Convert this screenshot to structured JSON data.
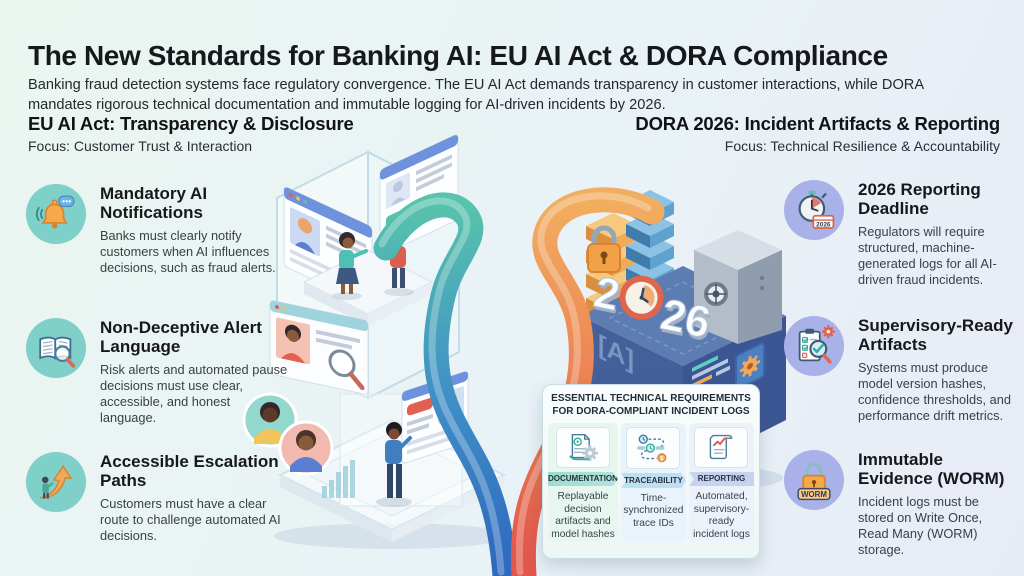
{
  "header": {
    "title": "The New Standards for Banking AI: EU AI Act & DORA Compliance",
    "subtitle": "Banking fraud detection systems face regulatory convergence. The EU AI Act demands transparency in customer interactions, while DORA mandates rigorous technical documentation and immutable logging for AI-driven incidents by 2026."
  },
  "left_section": {
    "heading": "EU AI Act: Transparency & Disclosure",
    "focus": "Focus: Customer Trust & Interaction",
    "items": [
      {
        "icon": "bell-notification-icon",
        "title": "Mandatory AI Notifications",
        "body": "Banks must clearly notify customers when AI influences decisions, such as fraud alerts."
      },
      {
        "icon": "open-book-magnifier-icon",
        "title": "Non-Deceptive Alert Language",
        "body": "Risk alerts and automated pause decisions must use clear, accessible, and honest language."
      },
      {
        "icon": "escalation-arrow-icon",
        "title": "Accessible Escalation Paths",
        "body": "Customers must have a clear route to challenge automated AI decisions."
      }
    ]
  },
  "right_section": {
    "heading": "DORA 2026: Incident Artifacts & Reporting",
    "focus": "Focus: Technical Resilience & Accountability",
    "items": [
      {
        "icon": "stopwatch-2026-icon",
        "title": "2026 Reporting Deadline",
        "body": "Regulators will require structured, machine-generated logs for all AI-driven fraud incidents."
      },
      {
        "icon": "clipboard-check-icon",
        "title": "Supervisory-Ready Artifacts",
        "body": "Systems must produce model version hashes, confidence thresholds, and performance drift metrics."
      },
      {
        "icon": "worm-padlock-icon",
        "title": "Immutable Evidence (WORM)",
        "body": "Incident logs must be stored on Write Once, Read Many (WORM) storage."
      }
    ]
  },
  "requirements_panel": {
    "heading_line1": "ESSENTIAL TECHNICAL REQUIREMENTS",
    "heading_line2": "FOR DORA-COMPLIANT INCIDENT LOGS",
    "columns": [
      {
        "icon": "document-gear-icon",
        "label": "DOCUMENTATION",
        "body": "Replayable decision artifacts and model hashes"
      },
      {
        "icon": "trace-timeline-icon",
        "label": "TRACEABILITY",
        "body": "Time-synchronized trace IDs"
      },
      {
        "icon": "report-scroll-icon",
        "label": "REPORTING",
        "body": "Automated, supervisory-ready incident logs"
      }
    ]
  },
  "illustration": {
    "year_label": "2026",
    "calendar_label": "2026",
    "worm_label": "WORM",
    "ai_mark": "[A]"
  },
  "colors": {
    "left_accent": "#7fd0c8",
    "right_accent": "#a9b2e8",
    "ribbon_teal_top": "#58c4ab",
    "ribbon_blue_bottom": "#3b82cc",
    "ribbon_orange_top": "#f2ae5f",
    "ribbon_red_bottom": "#e25a4b",
    "platform_blue": "#44609b",
    "alert_red": "#e2604f",
    "notify_orange": "#f5a94b"
  }
}
